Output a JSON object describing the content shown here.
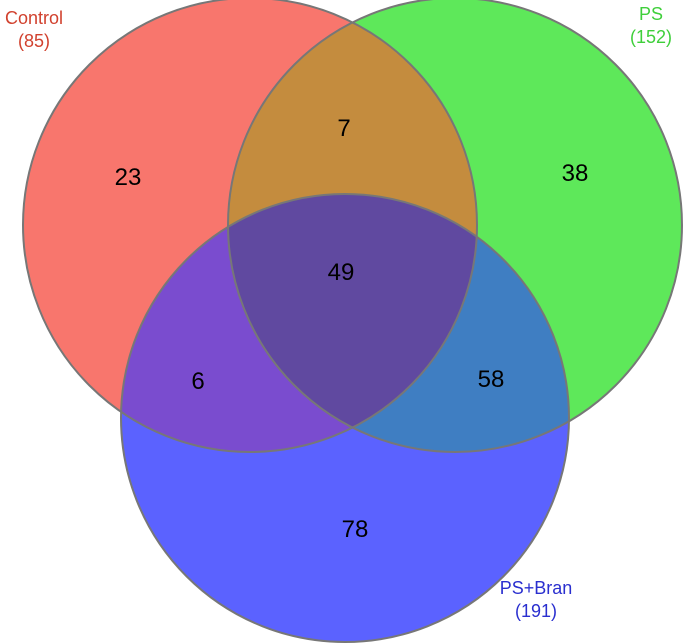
{
  "sets": [
    {
      "id": "control",
      "name": "Control",
      "total": "(85)",
      "color": "#f8766d",
      "label_color": "#d1412e"
    },
    {
      "id": "ps",
      "name": "PS",
      "total": "(152)",
      "color": "#5ee85a",
      "label_color": "#3fcf3b"
    },
    {
      "id": "psbran",
      "name": "PS+Bran",
      "total": "(191)",
      "color": "#5b62ff",
      "label_color": "#2a2fcf"
    }
  ],
  "regions": {
    "control_only": "23",
    "control_ps": "7",
    "ps_only": "38",
    "all_three": "49",
    "control_psbran": "6",
    "ps_psbran": "58",
    "psbran_only": "78"
  },
  "style": {
    "outline_color": "#777777",
    "fill_opacity": 0.78
  }
}
